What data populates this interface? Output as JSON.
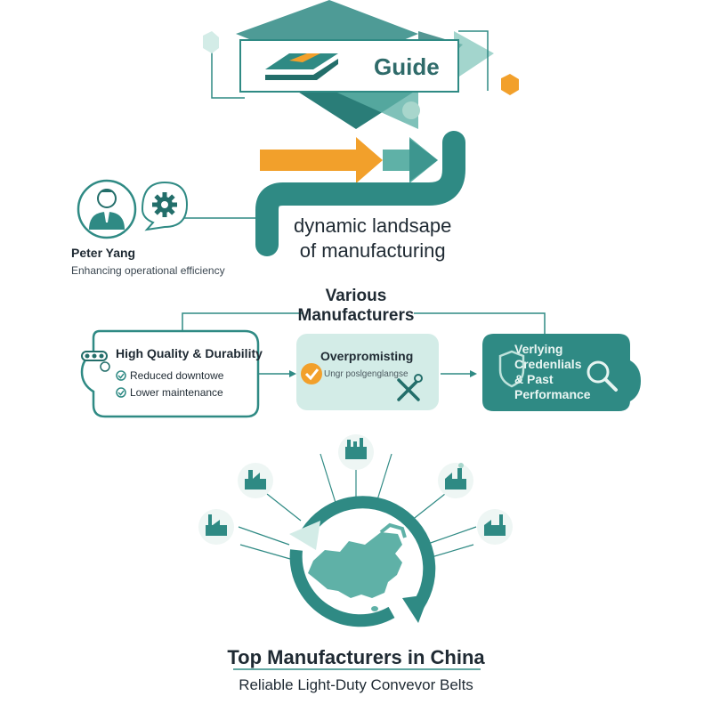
{
  "header": {
    "title": "Guide"
  },
  "flow": {
    "landscape_line1": "dynamic landsape",
    "landscape_line2": "of manufacturing"
  },
  "person": {
    "name": "Peter Yang",
    "tagline": "Enhancing operational efficiency"
  },
  "manufacturers": {
    "title_line1": "Various",
    "title_line2": "Manufacturers",
    "cards": [
      {
        "title": "High Quality & Durability",
        "items": [
          "Reduced downtowe",
          "Lower maintenance"
        ]
      },
      {
        "title": "Overpromisting",
        "subtitle": "Ungr poslgenglangse"
      },
      {
        "title_lines": [
          "Verlying",
          "Credenlials",
          "& Past",
          "Performance"
        ]
      }
    ]
  },
  "footer": {
    "title": "Top Manufacturers in China",
    "subtitle": "Reliable Light-Duty Convevor Belts"
  },
  "colors": {
    "teal": "#2f8a84",
    "teal_dark": "#236e6a",
    "teal_light": "#d3ece7",
    "orange": "#f2a02b",
    "ink": "#1f2a33"
  },
  "icons": [
    "person-icon",
    "gear-icon",
    "conveyor-icon",
    "check-icon",
    "wrench-icon",
    "shield-icon",
    "magnifier-icon",
    "factory-icon",
    "china-map",
    "cycle-arrow"
  ]
}
